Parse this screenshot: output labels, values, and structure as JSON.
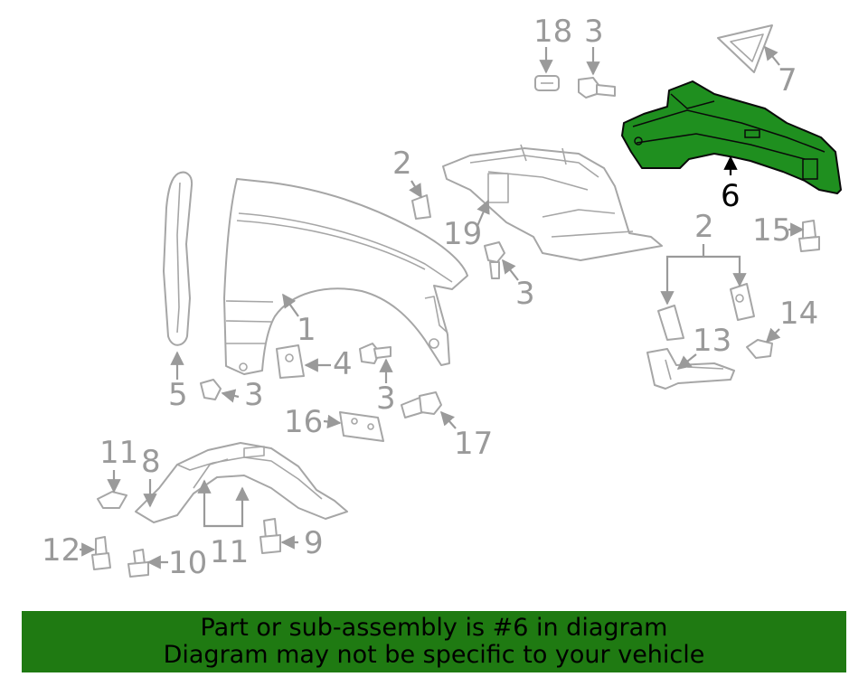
{
  "diagram": {
    "highlighted_part": "6",
    "callouts": {
      "c1": "1",
      "c2a": "2",
      "c2b": "2",
      "c3a": "3",
      "c3b": "3",
      "c3c": "3",
      "c3d": "3",
      "c4": "4",
      "c5": "5",
      "c6": "6",
      "c7": "7",
      "c8": "8",
      "c9": "9",
      "c10": "10",
      "c11a": "11",
      "c11b": "11",
      "c12": "12",
      "c13": "13",
      "c14": "14",
      "c15": "15",
      "c16": "16",
      "c17": "17",
      "c18": "18",
      "c19": "19"
    },
    "colors": {
      "highlight": "#1f8f1f",
      "banner": "#1f7a12",
      "line": "#a6a6a6",
      "label": "#9a9a9a"
    }
  },
  "banner": {
    "line1": "Part or sub-assembly is #6 in diagram",
    "line2": "Diagram may not be specific to your vehicle"
  }
}
